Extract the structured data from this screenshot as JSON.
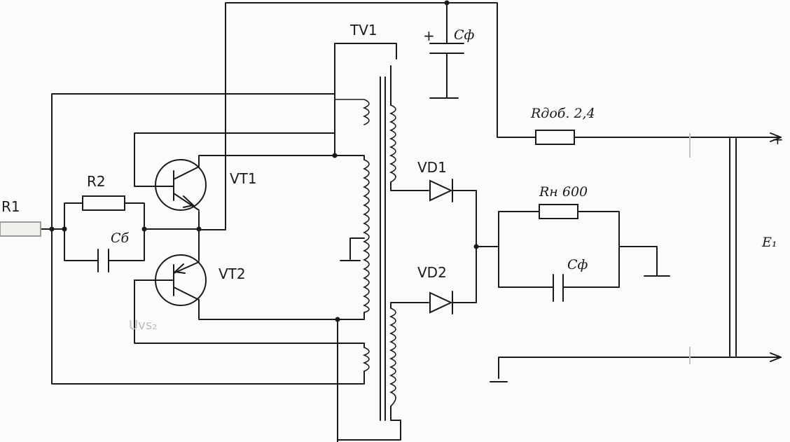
{
  "labels": {
    "r1": "R1",
    "r2": "R2",
    "cb": "Cб",
    "vt1": "VT1",
    "vt2": "VT2",
    "tv1": "TV1",
    "cf_top": "Cф",
    "cf_top_plus": "+",
    "rdob": "Rдоб. 2,4",
    "vd1": "VD1",
    "vd2": "VD2",
    "rn": "Rн 600",
    "cf_bottom": "Cф",
    "e1": "E₁",
    "out_plus": "+",
    "faint_vs2": "Uvs₂"
  },
  "colors": {
    "ink": "#1a1a1a",
    "paper": "#fbfbf9",
    "pencil": "#bdbdbd"
  }
}
